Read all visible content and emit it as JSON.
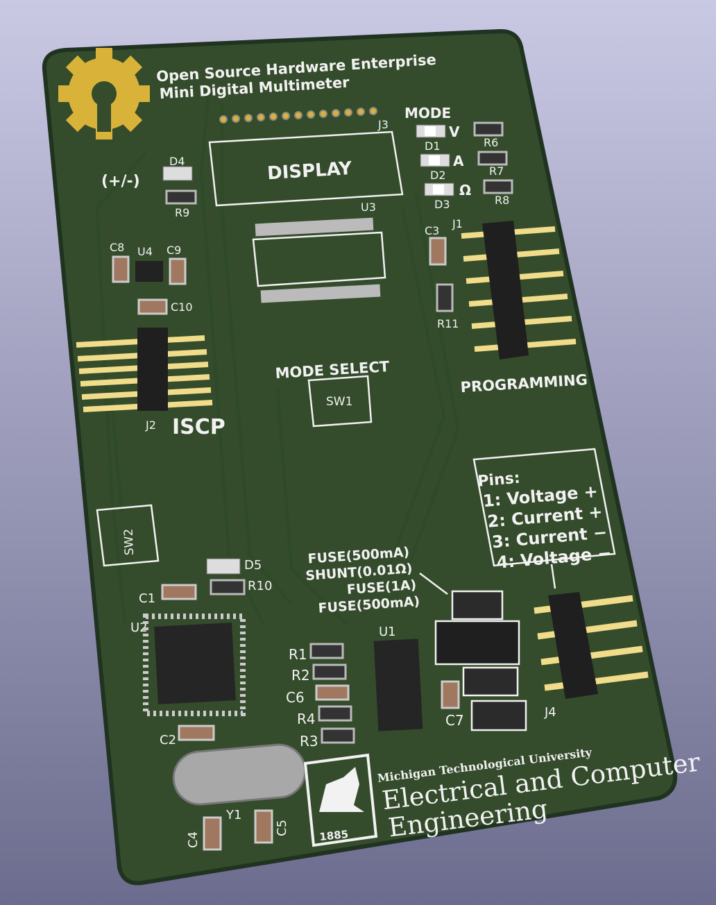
{
  "board": {
    "title_line1": "Open Source Hardware Enterprise",
    "title_line2": "Mini Digital Multimeter",
    "display_label": "DISPLAY",
    "mode_label": "MODE",
    "mode_select_label": "MODE SELECT",
    "programming_label": "PROGRAMMING",
    "iscp_label": "ISCP",
    "polarity_label": "(+/-)",
    "mode_indicators": [
      "V",
      "A",
      "Ω"
    ],
    "fuse_labels": [
      "FUSE(500mA)",
      "SHUNT(0.01Ω)",
      "FUSE(1A)",
      "FUSE(500mA)"
    ],
    "pins_title": "Pins:",
    "pins": [
      "1: Voltage +",
      "2: Current +",
      "3: Current −",
      "4: Voltage −"
    ],
    "refs": {
      "J3": "J3",
      "D1": "D1",
      "D2": "D2",
      "D3": "D3",
      "D4": "D4",
      "D5": "D5",
      "R6": "R6",
      "R7": "R7",
      "R8": "R8",
      "R9": "R9",
      "R10": "R10",
      "R11": "R11",
      "U3": "U3",
      "C3": "C3",
      "J1": "J1",
      "C8": "C8",
      "U4": "U4",
      "C9": "C9",
      "C10": "C10",
      "J2": "J2",
      "SW1": "SW1",
      "SW2": "SW2",
      "C1": "C1",
      "U2": "U2",
      "C2": "C2",
      "U1": "U1",
      "R1": "R1",
      "R2": "R2",
      "C6": "C6",
      "R4": "R4",
      "R3": "R3",
      "C7": "C7",
      "J4": "J4",
      "Y1": "Y1",
      "C4": "C4",
      "C5": "C5"
    },
    "university": "Michigan Technological University",
    "dept_line1": "Electrical and Computer",
    "dept_line2": "Engineering",
    "logo_year": "1885"
  },
  "colors": {
    "pcb": "#344c2b",
    "silk": "#f2f2f2",
    "gold": "#d9b23a"
  }
}
